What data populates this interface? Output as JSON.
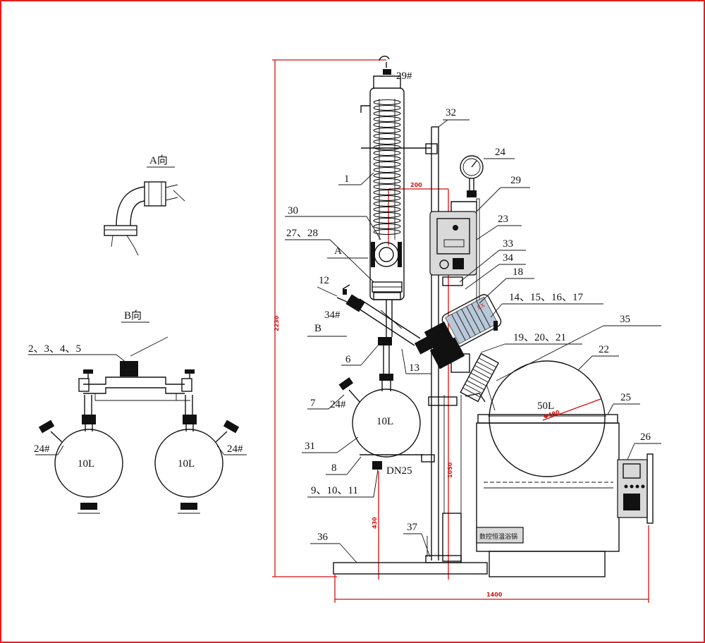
{
  "views": {
    "a_title": "A向",
    "b_title": "B向"
  },
  "b_view": {
    "parts_label": "2、3、4、5",
    "left_flask": "10L",
    "right_flask": "10L",
    "left_valve": "24#",
    "right_valve": "24#"
  },
  "main": {
    "receiving_flask": "10L",
    "evaporating_flask": "50L",
    "flask_diameter": "Φ490",
    "outlet": "DN25",
    "bath_label": "数控恒温浴锅",
    "gauge_label": "24"
  },
  "callouts": [
    {
      "id": "c29h",
      "text": "29#"
    },
    {
      "id": "c32",
      "text": "32"
    },
    {
      "id": "c24",
      "text": "24"
    },
    {
      "id": "c1",
      "text": "1"
    },
    {
      "id": "c29",
      "text": "29"
    },
    {
      "id": "c30",
      "text": "30"
    },
    {
      "id": "c23",
      "text": "23"
    },
    {
      "id": "c2728",
      "text": "27、28"
    },
    {
      "id": "c33",
      "text": "33"
    },
    {
      "id": "cA",
      "text": "A"
    },
    {
      "id": "c34",
      "text": "34"
    },
    {
      "id": "c18",
      "text": "18"
    },
    {
      "id": "c12",
      "text": "12"
    },
    {
      "id": "c14",
      "text": "14、15、16、17"
    },
    {
      "id": "c34h",
      "text": "34#"
    },
    {
      "id": "cB",
      "text": "B"
    },
    {
      "id": "c35",
      "text": "35"
    },
    {
      "id": "c19",
      "text": "19、20、21"
    },
    {
      "id": "c22",
      "text": "22"
    },
    {
      "id": "c6",
      "text": "6"
    },
    {
      "id": "c13",
      "text": "13"
    },
    {
      "id": "c7",
      "text": "7"
    },
    {
      "id": "c24h",
      "text": "24#"
    },
    {
      "id": "c25",
      "text": "25"
    },
    {
      "id": "c26",
      "text": "26"
    },
    {
      "id": "c31",
      "text": "31"
    },
    {
      "id": "c8",
      "text": "8"
    },
    {
      "id": "c9",
      "text": "9、10、11"
    },
    {
      "id": "c36",
      "text": "36"
    },
    {
      "id": "c37",
      "text": "37"
    }
  ],
  "dimensions": {
    "total_height": "2230",
    "width": "1400",
    "offset": "200",
    "height_mid": "1050",
    "height_low": "430"
  }
}
